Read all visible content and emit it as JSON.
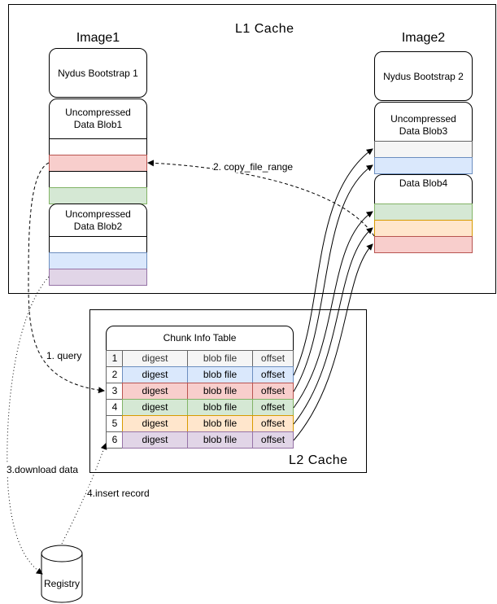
{
  "l1_cache": {
    "title": "L1  Cache"
  },
  "l2_cache": {
    "title": "L2  Cache"
  },
  "image1": {
    "title": "Image1",
    "bootstrap": "Nydus Bootstrap 1",
    "blob1": "Uncompressed\nData Blob1",
    "blob2": "Uncompressed\nData Blob2"
  },
  "image2": {
    "title": "Image2",
    "bootstrap": "Nydus Bootstrap 2",
    "blob3": "Uncompressed\nData Blob3",
    "blob4": "Data Blob4"
  },
  "chunk_table": {
    "title": "Chunk Info Table",
    "rows": [
      {
        "index": "1",
        "digest": "digest",
        "blob": "blob file",
        "offset": "offset",
        "color": "#f5f5f5"
      },
      {
        "index": "2",
        "digest": "digest",
        "blob": "blob file",
        "offset": "offset",
        "color": "#dae8fc"
      },
      {
        "index": "3",
        "digest": "digest",
        "blob": "blob file",
        "offset": "offset",
        "color": "#f8cecc"
      },
      {
        "index": "4",
        "digest": "digest",
        "blob": "blob file",
        "offset": "offset",
        "color": "#d5e8d4"
      },
      {
        "index": "5",
        "digest": "digest",
        "blob": "blob file",
        "offset": "offset",
        "color": "#ffe6cc"
      },
      {
        "index": "6",
        "digest": "digest",
        "blob": "blob file",
        "offset": "offset",
        "color": "#e1d5e7"
      }
    ]
  },
  "registry": {
    "label": "Registry"
  },
  "edges": {
    "query": "1. query",
    "copy": "2. copy_file_range",
    "download": "3.download data",
    "insert": "4.insert record"
  },
  "colors": {
    "gray": "#f5f5f5",
    "blue": "#dae8fc",
    "red": "#f8cecc",
    "green": "#d5e8d4",
    "orange": "#ffe6cc",
    "purple": "#e1d5e7",
    "blue_border": "#6c8ebf",
    "red_border": "#b85450",
    "green_border": "#82b366",
    "orange_border": "#d79b00",
    "purple_border": "#9673a6",
    "gray_border": "#666666"
  }
}
